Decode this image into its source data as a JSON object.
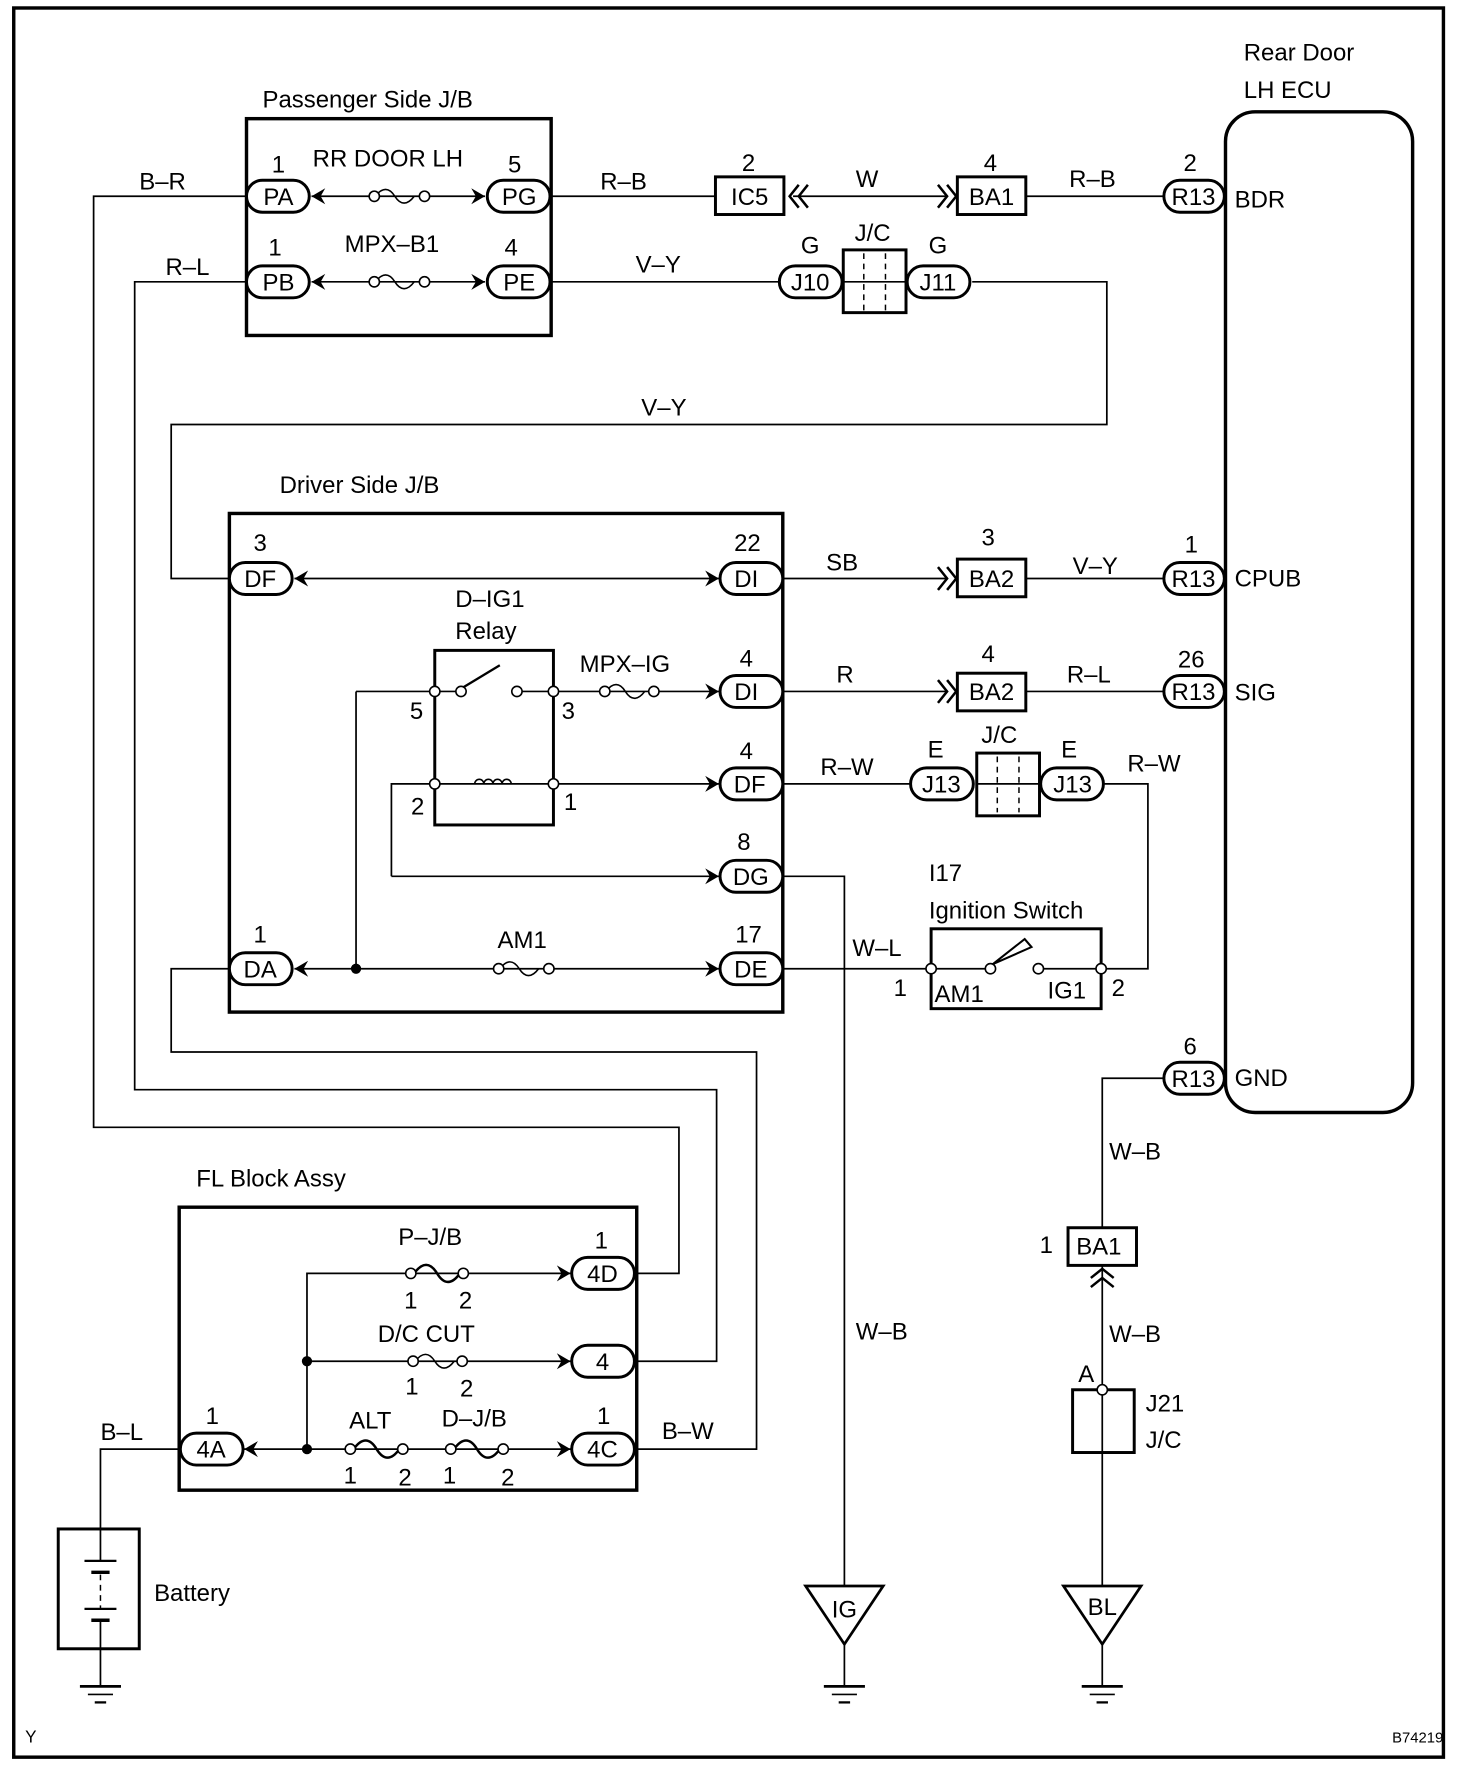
{
  "figure_code": "B74219",
  "corner_mark": "Y",
  "components": {
    "passenger_jb": {
      "title": "Passenger Side J/B",
      "fuses": [
        {
          "name": "RR DOOR LH",
          "left_pin": "1",
          "left_conn": "PA",
          "right_pin": "5",
          "right_conn": "PG"
        },
        {
          "name": "MPX–B1",
          "left_pin": "1",
          "left_conn": "PB",
          "right_pin": "4",
          "right_conn": "PE"
        }
      ]
    },
    "driver_jb": {
      "title": "Driver Side J/B",
      "relay_title_1": "D–IG1",
      "relay_title_2": "Relay",
      "relay_pins": {
        "p5": "5",
        "p3": "3",
        "p2": "2",
        "p1": "1"
      },
      "fuse_mpx_ig": "MPX–IG",
      "fuse_am1": "AM1",
      "connectors": [
        {
          "pin": "3",
          "conn": "DF"
        },
        {
          "pin": "22",
          "conn": "DI"
        },
        {
          "pin": "4",
          "conn": "DI"
        },
        {
          "pin": "4",
          "conn": "DF"
        },
        {
          "pin": "8",
          "conn": "DG"
        },
        {
          "pin": "1",
          "conn": "DA"
        },
        {
          "pin": "17",
          "conn": "DE"
        }
      ]
    },
    "rear_door_ecu": {
      "title_1": "Rear Door",
      "title_2": "LH ECU",
      "terminals": [
        {
          "pin": "2",
          "conn": "R13",
          "signal": "BDR"
        },
        {
          "pin": "1",
          "conn": "R13",
          "signal": "CPUB"
        },
        {
          "pin": "26",
          "conn": "R13",
          "signal": "SIG"
        },
        {
          "pin": "6",
          "conn": "R13",
          "signal": "GND"
        }
      ]
    },
    "inline_connectors": {
      "ic5": {
        "pin": "2",
        "conn": "IC5"
      },
      "ba1_top": {
        "pin": "4",
        "conn": "BA1"
      },
      "ba2_cpub": {
        "pin": "3",
        "conn": "BA2"
      },
      "ba2_sig": {
        "pin": "4",
        "conn": "BA2"
      },
      "ba1_gnd": {
        "pin": "1",
        "conn": "BA1"
      }
    },
    "jc_upper": {
      "title": "J/C",
      "left_pin": "G",
      "left_conn": "J10",
      "right_pin": "G",
      "right_conn": "J11"
    },
    "jc_lower": {
      "title": "J/C",
      "left_pin": "E",
      "left_conn": "J13",
      "right_pin": "E",
      "right_conn": "J13"
    },
    "ignition_switch": {
      "code": "I17",
      "title": "Ignition Switch",
      "term_left": "AM1",
      "term_right": "IG1",
      "pin_left": "1",
      "pin_right": "2"
    },
    "fl_block": {
      "title": "FL Block Assy",
      "fuses": [
        {
          "name": "P–J/B",
          "p1": "1",
          "p2": "2"
        },
        {
          "name": "D/C CUT",
          "p1": "1",
          "p2": "2"
        },
        {
          "name": "ALT",
          "p1": "1",
          "p2": "2"
        },
        {
          "name": "D–J/B",
          "p1": "1",
          "p2": "2"
        }
      ],
      "connectors": [
        {
          "pin": "1",
          "conn": "4D"
        },
        {
          "pin": "",
          "conn": "4"
        },
        {
          "pin": "1",
          "conn": "4C"
        },
        {
          "pin": "1",
          "conn": "4A"
        }
      ]
    },
    "jc_j21": {
      "pin": "A",
      "code": "J21",
      "title": "J/C"
    },
    "battery": {
      "label": "Battery"
    },
    "grounds": {
      "ig": "IG",
      "bl": "BL"
    }
  },
  "wires": {
    "br": "B–R",
    "rl_top": "R–L",
    "rb_left": "R–B",
    "w": "W",
    "rb_right": "R–B",
    "vy_top": "V–Y",
    "vy_loop": "V–Y",
    "sb": "SB",
    "vy_cpub": "V–Y",
    "r": "R",
    "rl_sig": "R–L",
    "rw_left": "R–W",
    "rw_right": "R–W",
    "wl": "W–L",
    "wb_ig": "W–B",
    "wb_gnd1": "W–B",
    "wb_gnd2": "W–B",
    "bl": "B–L",
    "bw": "B–W"
  }
}
